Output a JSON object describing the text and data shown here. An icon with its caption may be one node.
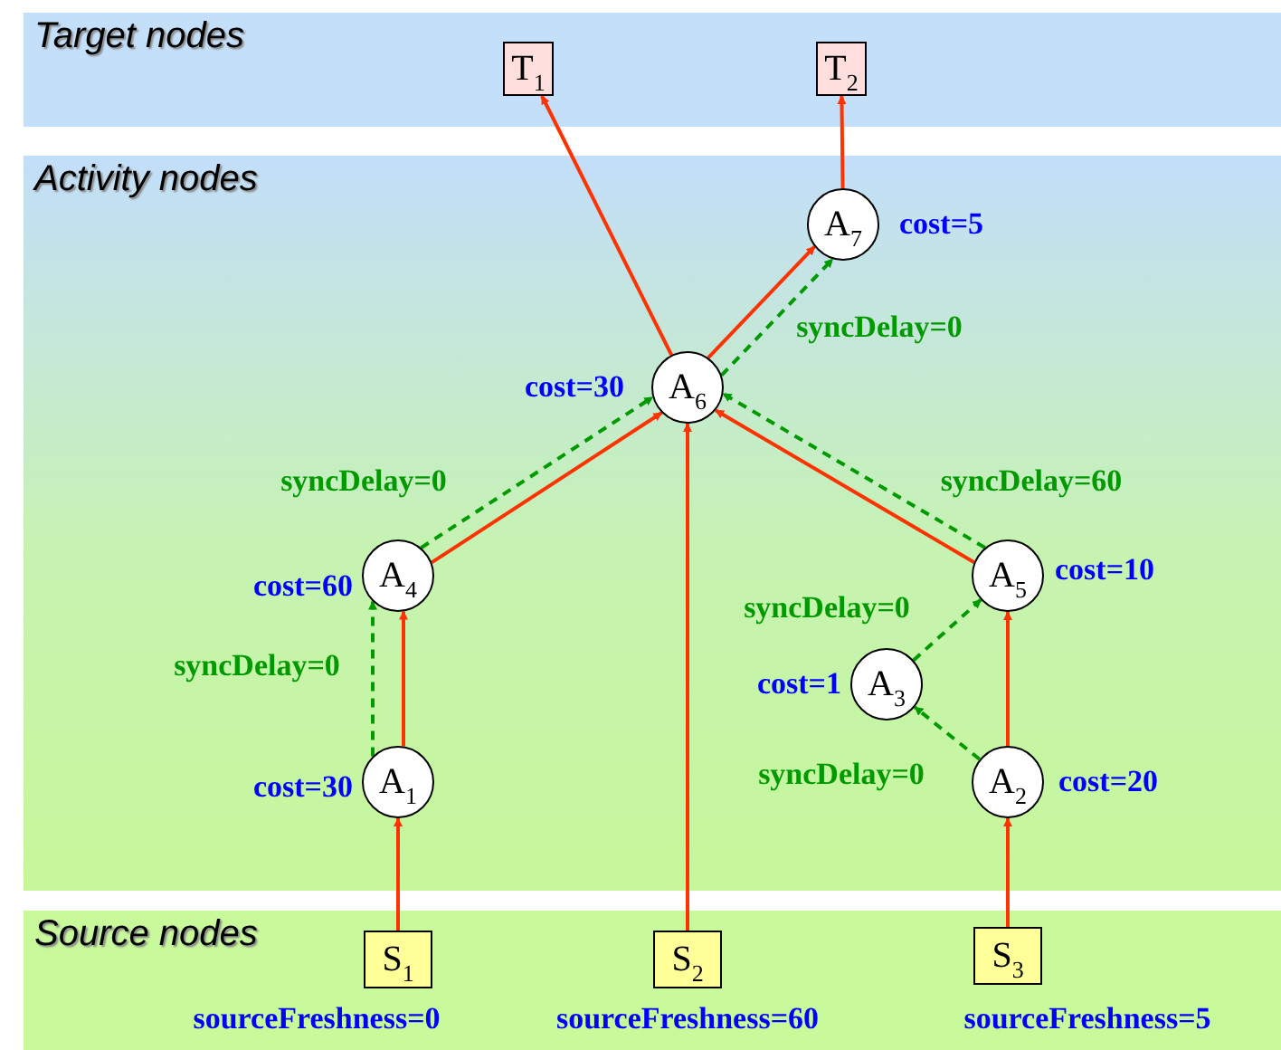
{
  "diagram": {
    "nodes": [
      {
        "text": [
          "Target nodes"
        ]
      },
      {
        "text": [
          "T$_{1}$"
        ],
        "in": 0
      },
      {
        "text": [
          "T$_{2}$"
        ],
        "in": 0
      },
      {
        "text": [
          "Activity nodes"
        ]
      },
      {
        "text": [
          "A$_{7}$"
        ],
        "in": 3,
        "beside": [
          "cost=5"
        ]
      },
      {
        "text": [
          "A$_{6}$"
        ],
        "in": 3,
        "beside": [
          "cost=30"
        ]
      },
      {
        "text": [
          "A$_{4}$"
        ],
        "in": 3,
        "beside": [
          "cost=60"
        ]
      },
      {
        "text": [
          "A$_{5}$"
        ],
        "in": 3,
        "beside": [
          "cost=10"
        ]
      },
      {
        "text": [
          "A$_{3}$"
        ],
        "in": 3,
        "beside": [
          "cost=1"
        ]
      },
      {
        "text": [
          "A$_{1}$"
        ],
        "in": 3,
        "beside": [
          "cost=30"
        ]
      },
      {
        "text": [
          "A$_{2}$"
        ],
        "in": 3,
        "beside": [
          "cost=20"
        ]
      },
      {
        "text": [
          "Source nodes"
        ]
      },
      {
        "text": [
          "S$_{1}$"
        ],
        "in": 11,
        "beside": [
          "sourceFreshness=0"
        ]
      },
      {
        "text": [
          "S$_{2}$"
        ],
        "in": 11,
        "beside": [
          "sourceFreshness=60"
        ]
      },
      {
        "text": [
          "S$_{3}$"
        ],
        "in": 11,
        "beside": [
          "sourceFreshness=5"
        ]
      }
    ],
    "edges": [
      {
        "from": 5,
        "to": 1,
        "arrow": "to"
      },
      {
        "from": 4,
        "to": 2,
        "arrow": "to"
      },
      {
        "from": 5,
        "to": 4,
        "arrow": "to"
      },
      {
        "from": 5,
        "to": 4,
        "arrow": "to",
        "label": "syncDelay=0",
        "style": "dashed",
        "color": "#009900"
      },
      {
        "from": 6,
        "to": 5,
        "arrow": "to"
      },
      {
        "from": 6,
        "to": 5,
        "arrow": "to",
        "label": "syncDelay=0",
        "style": "dashed",
        "color": "#009900"
      },
      {
        "from": 7,
        "to": 5,
        "arrow": "to"
      },
      {
        "from": 7,
        "to": 5,
        "arrow": "to",
        "label": "syncDelay=60",
        "style": "dashed",
        "color": "#009900"
      },
      {
        "from": 13,
        "to": 5,
        "arrow": "to"
      },
      {
        "from": 9,
        "to": 6,
        "arrow": "to"
      },
      {
        "from": 9,
        "to": 6,
        "arrow": "to",
        "label": "syncDelay=0",
        "style": "dashed",
        "color": "#009900"
      },
      {
        "from": 8,
        "to": 7,
        "arrow": "to",
        "label": "syncDelay=0",
        "style": "dashed",
        "color": "#009900"
      },
      {
        "from": 10,
        "to": 7,
        "arrow": "to"
      },
      {
        "from": 10,
        "to": 8,
        "arrow": "to",
        "label": "syncDelay=0",
        "style": "dashed",
        "color": "#009900"
      },
      {
        "from": 12,
        "to": 9,
        "arrow": "to"
      },
      {
        "from": 14,
        "to": 10,
        "arrow": "to"
      }
    ]
  }
}
